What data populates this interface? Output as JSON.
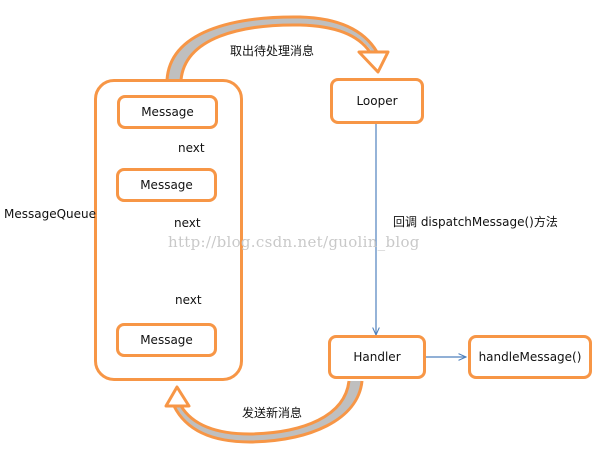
{
  "queue": {
    "label": "MessageQueue",
    "messages": [
      "Message",
      "Message",
      "Message"
    ],
    "next_labels": [
      "next",
      "next",
      "next"
    ]
  },
  "looper": {
    "label": "Looper"
  },
  "handler": {
    "label": "Handler"
  },
  "handle_message": {
    "label": "handleMessage()"
  },
  "edges": {
    "take_message": "取出待处理消息",
    "callback": "回调 dispatchMessage()方法",
    "send_message": "发送新消息"
  },
  "watermark": "http://blog.csdn.net/guolin_blog",
  "colors": {
    "box_border": "#f79646",
    "arrow": "#4f81bd",
    "shadow": "#bfbfbf"
  }
}
